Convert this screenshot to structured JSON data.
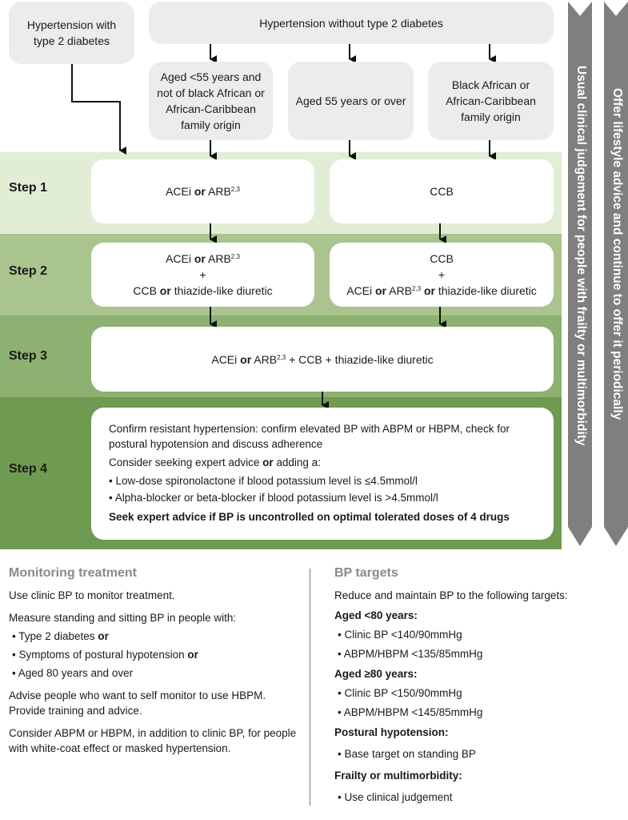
{
  "top": {
    "t2d": "Hypertension with type 2 diabetes",
    "no_t2d": "Hypertension without type 2 diabetes",
    "age_lt55": "Aged <55 years and not of black African or African-Caribbean family origin",
    "age_ge55": "Aged 55 years or over",
    "black": "Black African or African-Caribbean family origin"
  },
  "steps": {
    "s1": "Step 1",
    "s2": "Step 2",
    "s3": "Step 3",
    "s4": "Step 4"
  },
  "s1": {
    "acei": "ACEi",
    "or": "or",
    "arb": "ARB",
    "sup": "2,3",
    "ccb": "CCB"
  },
  "s2": {
    "left_acei": "ACEi",
    "or": "or",
    "arb": "ARB",
    "sup": "2,3",
    "plus": "+",
    "left_ccb": "CCB",
    "thiazide": "thiazide-like diuretic",
    "right_ccb": "CCB"
  },
  "s3": {
    "acei": "ACEi",
    "or": "or",
    "arb": "ARB",
    "sup": "2,3",
    "rest": "+ CCB + thiazide-like diuretic"
  },
  "s4": {
    "confirm": "Confirm resistant hypertension: confirm elevated BP with ABPM or HBPM, check for postural hypotension and discuss adherence",
    "consider_pre": "Consider seeking expert advice",
    "or": "or",
    "consider_post": "adding a:",
    "bullet1": "Low-dose spironolactone if blood potassium level is ≤4.5mmol/l",
    "bullet2": "Alpha-blocker or beta-blocker if blood potassium level is >4.5mmol/l",
    "seek": "Seek expert advice if BP is uncontrolled on optimal tolerated doses of 4 drugs"
  },
  "side": {
    "arrow1": "Usual clinical judgement for people with frailty or multimorbidity",
    "arrow2": "Offer lifestyle advice and continue to offer it periodically"
  },
  "monitoring": {
    "title": "Monitoring treatment",
    "p1": "Use clinic BP to monitor treatment.",
    "p2": "Measure standing and sitting BP in people with:",
    "b1": "Type 2 diabetes",
    "b1_or": "or",
    "b2": "Symptoms of postural hypotension",
    "b2_or": "or",
    "b3": "Aged 80 years and over",
    "p3": "Advise people who want to self monitor to use HBPM. Provide training and advice.",
    "p4": "Consider ABPM or HBPM, in addition to clinic BP, for people with white-coat effect or masked hypertension."
  },
  "targets": {
    "title": "BP targets",
    "intro": "Reduce and maintain BP to the following targets:",
    "h1": "Aged <80 years:",
    "h1b1": "Clinic BP <140/90mmHg",
    "h1b2": "ABPM/HBPM <135/85mmHg",
    "h2": "Aged ≥80 years:",
    "h2b1": "Clinic BP <150/90mmHg",
    "h2b2": "ABPM/HBPM <145/85mmHg",
    "h3": "Postural hypotension:",
    "h3b1": "Base target on standing BP",
    "h4": "Frailty or multimorbidity:",
    "h4b1": "Use clinical judgement"
  },
  "colors": {
    "band1": "#e2edd6",
    "band2": "#a9c48e",
    "band3": "#8cb171",
    "band4": "#6f9a52",
    "grey_box": "#ececec",
    "side_arrow": "#7f7f7f"
  }
}
